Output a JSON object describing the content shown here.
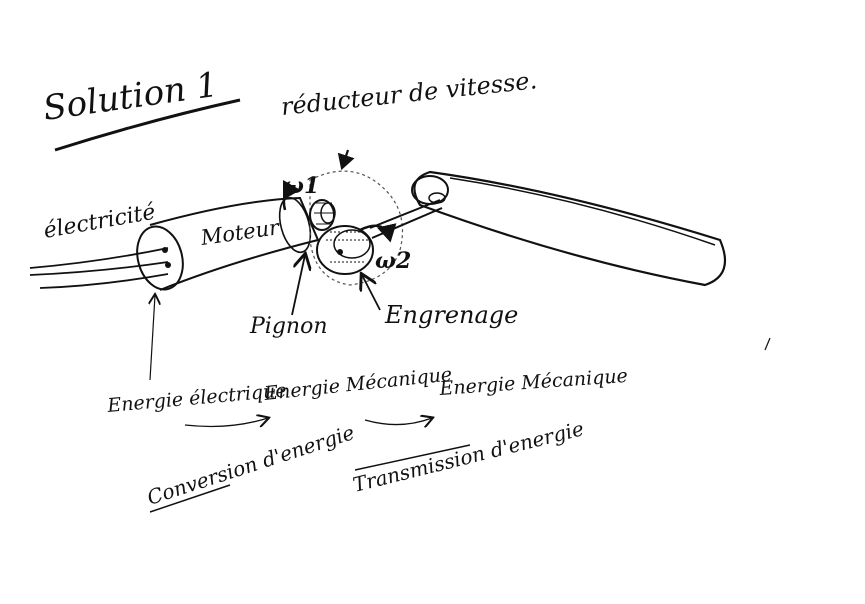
{
  "title": "Solution 1",
  "labels": {
    "reducer": "réducteur de vitesse.",
    "omega1": "ω1",
    "omega2": "ω2",
    "electricity": "électricité",
    "motor": "Moteur",
    "pinion": "Pignon",
    "gear": "Engrenage",
    "electric_energy": "Energie électrique",
    "mechanical_energy": "Energie Mécanique",
    "mechanical_energy_out": "Energie Mécanique",
    "energy_conversion": "Conversion d'energie",
    "energy_transmission": "Transmission d'energie"
  },
  "colors": {
    "ink": "#111111",
    "paper": "#ffffff"
  }
}
